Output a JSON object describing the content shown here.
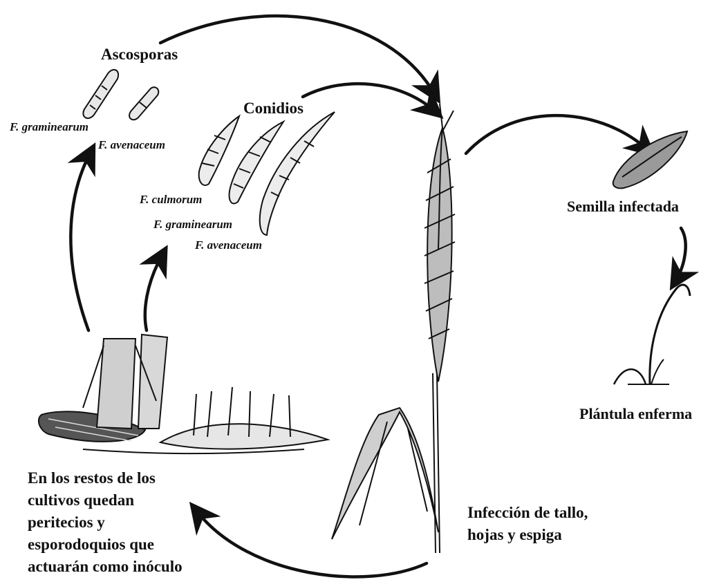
{
  "labels": {
    "ascosporas": "Ascosporas",
    "conidios": "Conidios",
    "f_graminearum_asco": "F. graminearum",
    "f_avenaceum_asco": "F. avenaceum",
    "f_culmorum_conidio": "F. culmorum",
    "f_graminearum_conidio": "F. graminearum",
    "f_avenaceum_conidio": "F. avenaceum",
    "semilla": "Semilla infectada",
    "plantula": "Plántula enferma",
    "restos": [
      "En los restos de los",
      "cultivos quedan",
      "peritecios y",
      "esporodoquios que",
      "actuarán como inóculo"
    ],
    "infeccion": [
      "Infección de tallo,",
      "hojas y espiga"
    ]
  },
  "colors": {
    "ink": "#111111",
    "background": "#ffffff"
  }
}
